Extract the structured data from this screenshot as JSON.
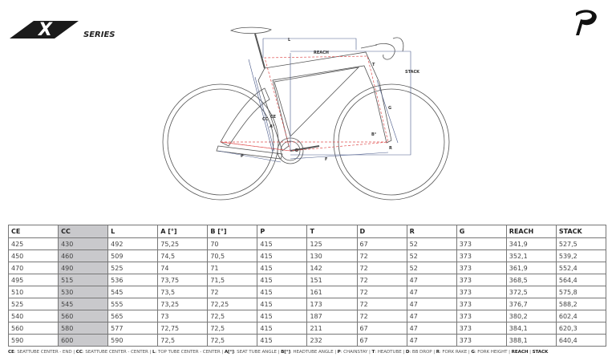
{
  "logo": {
    "letter": "X",
    "text": "SERIES"
  },
  "brand_logo": "pinarello-p-logo",
  "diagram_labels": {
    "L": "L",
    "reach": "REACH",
    "stack": "STACK",
    "cc": "CC",
    "ce": "CE",
    "a": "A°",
    "b": "B°",
    "t": "T",
    "g": "G",
    "p": "P",
    "f": "F",
    "d": "D",
    "r": "R"
  },
  "table": {
    "headers": [
      "CE",
      "CC",
      "L",
      "A [°]",
      "B [°]",
      "P",
      "T",
      "D",
      "R",
      "G",
      "REACH",
      "STACK"
    ],
    "rows": [
      [
        "425",
        "430",
        "492",
        "75,25",
        "70",
        "415",
        "125",
        "67",
        "52",
        "373",
        "341,9",
        "527,5"
      ],
      [
        "450",
        "460",
        "509",
        "74,5",
        "70,5",
        "415",
        "130",
        "72",
        "52",
        "373",
        "352,1",
        "539,2"
      ],
      [
        "470",
        "490",
        "525",
        "74",
        "71",
        "415",
        "142",
        "72",
        "52",
        "373",
        "361,9",
        "552,4"
      ],
      [
        "495",
        "515",
        "536",
        "73,75",
        "71,5",
        "415",
        "151",
        "72",
        "47",
        "373",
        "368,5",
        "564,4"
      ],
      [
        "510",
        "530",
        "545",
        "73,5",
        "72",
        "415",
        "161",
        "72",
        "47",
        "373",
        "372,5",
        "575,8"
      ],
      [
        "525",
        "545",
        "555",
        "73,25",
        "72,25",
        "415",
        "173",
        "72",
        "47",
        "373",
        "376,7",
        "588,2"
      ],
      [
        "540",
        "560",
        "565",
        "73",
        "72,5",
        "415",
        "187",
        "72",
        "47",
        "373",
        "380,2",
        "602,4"
      ],
      [
        "560",
        "580",
        "577",
        "72,75",
        "72,5",
        "415",
        "211",
        "67",
        "47",
        "373",
        "384,1",
        "620,3"
      ],
      [
        "590",
        "600",
        "590",
        "72,5",
        "72,5",
        "415",
        "232",
        "67",
        "47",
        "373",
        "388,1",
        "640,4"
      ]
    ]
  },
  "legend": [
    {
      "key": "CE",
      "desc": "SEATTUBE CENTER - END"
    },
    {
      "key": "CC",
      "desc": "SEATTUBE CENTER - CENTER"
    },
    {
      "key": "L",
      "desc": "TOP TUBE CENTER - CENTER"
    },
    {
      "key": "A[°]",
      "desc": "SEAT TUBE ANGLE"
    },
    {
      "key": "B[°]",
      "desc": "HEADTUBE ANGLE"
    },
    {
      "key": "P",
      "desc": "CHAINSTAY"
    },
    {
      "key": "T",
      "desc": "HEADTUBE"
    },
    {
      "key": "D",
      "desc": "BB DROP"
    },
    {
      "key": "R",
      "desc": "FORK RAKE"
    },
    {
      "key": "G",
      "desc": "FORK HEIGHT"
    },
    {
      "key": "REACH",
      "desc": ""
    },
    {
      "key": "STACK",
      "desc": ""
    }
  ],
  "colors": {
    "frame": "#555555",
    "dimension": "#4a5a8a",
    "centerline": "#e05050",
    "highlight_column": "#c9c9cc"
  }
}
